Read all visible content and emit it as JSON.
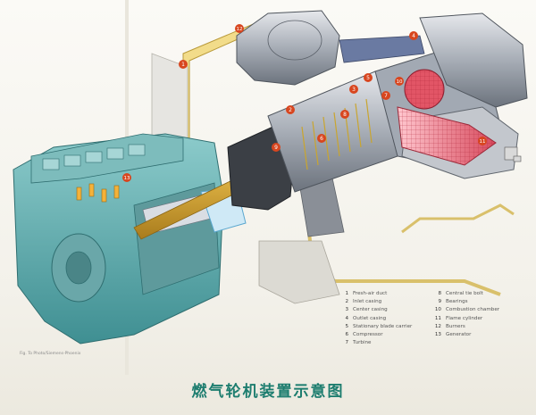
{
  "diagram": {
    "callout_numbers": [
      "1",
      "2",
      "3",
      "4",
      "5",
      "6",
      "7",
      "8",
      "9",
      "10",
      "11",
      "12",
      "13"
    ],
    "legend": [
      {
        "num": "1",
        "label": "Fresh-air duct"
      },
      {
        "num": "8",
        "label": "Central tie bolt"
      },
      {
        "num": "2",
        "label": "Inlet casing"
      },
      {
        "num": "9",
        "label": "Bearings"
      },
      {
        "num": "3",
        "label": "Center casing"
      },
      {
        "num": "10",
        "label": "Combustion chamber"
      },
      {
        "num": "4",
        "label": "Outlet casing"
      },
      {
        "num": "11",
        "label": "Flame cylinder"
      },
      {
        "num": "5",
        "label": "Stationary blade carrier"
      },
      {
        "num": "12",
        "label": "Burners"
      },
      {
        "num": "6",
        "label": "Compressor"
      },
      {
        "num": "13",
        "label": "Generator"
      },
      {
        "num": "7",
        "label": "Turbine"
      },
      {
        "num": "",
        "label": ""
      }
    ],
    "credit": "Fig. To Photo/Siemens-Phoenix",
    "caption": "燃气轮机装置示意图"
  }
}
